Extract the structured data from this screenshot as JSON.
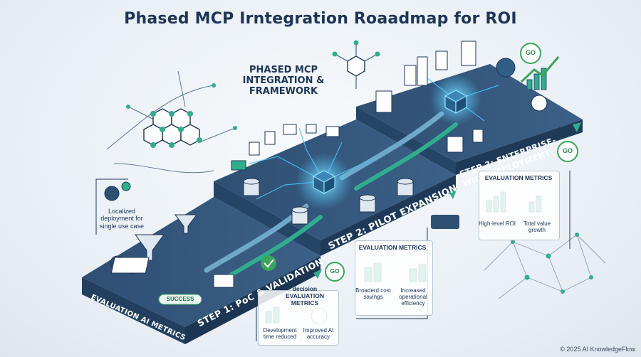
{
  "title": "Phased MCP Irntegration Roaadmap for ROI",
  "framework_label": "PHASED MCP INTEGRATION & FRAMEWORK",
  "steps": {
    "step1": "STEP 1: PoC & VALIDATION",
    "step2": "STEP 2: PILOT EXPANSION",
    "step3": "STEP 3: ENTERPRISE-WIDE DEPLOYMENT"
  },
  "left_panel": {
    "description": "Localized deployment for single use case",
    "eval_ai_metrics": "EVALUATION AI METRICS",
    "success_badge": "SUCCESS"
  },
  "step1_metrics": {
    "heading": "decision EVALUATION METRICS",
    "items": [
      "Development time reduced",
      "Improved AI accuracy"
    ]
  },
  "step2_metrics": {
    "heading": "EVALUATION METRICS",
    "items": [
      "Broaderd cost savings",
      "Increased operational efficiency"
    ]
  },
  "step3_metrics": {
    "heading": "EVALUATION METRICS",
    "items": [
      "High-level ROI",
      "Total value growth"
    ]
  },
  "go_badges": [
    "GO",
    "GO",
    "GO"
  ],
  "copyright": "© 2025 AI KnowledgeFlow",
  "colors": {
    "navy": "#1e3557",
    "platform_dark": "#22405f",
    "platform_top": "#34577c",
    "accent_teal": "#2fae8e",
    "accent_green": "#3aa65a",
    "glow_blue": "#46c7ff"
  }
}
